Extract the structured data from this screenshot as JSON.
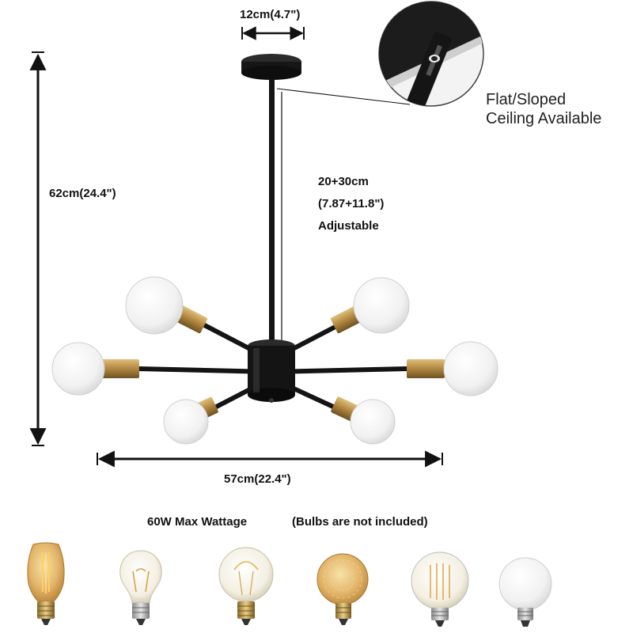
{
  "dimensions": {
    "canopy_width": "12cm(4.7\")",
    "total_height": "62cm(24.4\")",
    "total_width": "57cm(22.4\")",
    "rod_line1": "20+30cm",
    "rod_line2": "(7.87+11.8\")",
    "rod_line3": "Adjustable"
  },
  "ceiling_note": {
    "line1": "Flat/Sloped",
    "line2": "Ceiling Available"
  },
  "wattage": "60W Max Wattage",
  "bulbs_note": "(Bulbs are not included)",
  "bulb_options": [
    {
      "name": "st64-edison-bulb-icon"
    },
    {
      "name": "a19-filament-bulb-icon"
    },
    {
      "name": "g95-clear-globe-bulb-icon"
    },
    {
      "name": "g95-amber-globe-bulb-icon"
    },
    {
      "name": "g125-filament-globe-bulb-icon"
    },
    {
      "name": "g95-frosted-globe-bulb-icon"
    }
  ],
  "colors": {
    "metal_black": "#1a1a1a",
    "brass": "#b8924a",
    "bulb_white": "#f4f4f4",
    "amber_glass": "#d9a24a"
  }
}
